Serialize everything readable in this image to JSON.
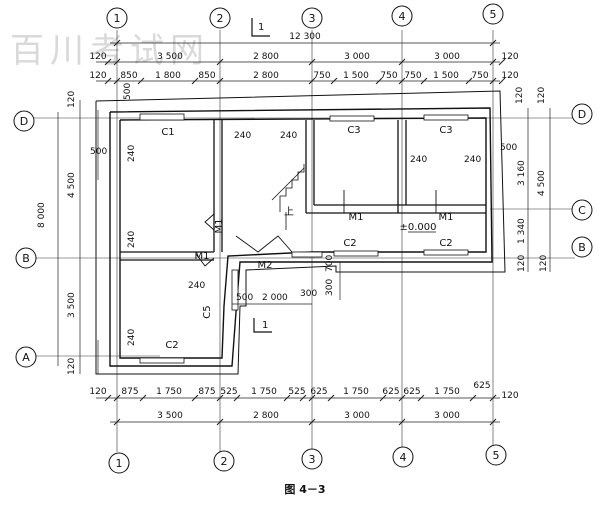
{
  "watermark": "百川考试网",
  "caption": "图 4－3",
  "section_mark": "1",
  "axes_numbered": [
    "1",
    "2",
    "3",
    "4",
    "5"
  ],
  "axes_lettered": [
    "A",
    "B",
    "C",
    "D"
  ],
  "top_dims": {
    "overall": "12 300",
    "row1": [
      "120",
      "3 500",
      "2 800",
      "3 000",
      "3 000",
      "120"
    ],
    "row2": [
      "120",
      "850",
      "1 800",
      "850",
      "2 800",
      "750",
      "1 500",
      "750",
      "750",
      "1 500",
      "750",
      "120"
    ]
  },
  "bottom_dims": {
    "row1": [
      "120",
      "875",
      "1 750",
      "875",
      "525",
      "1 750",
      "525",
      "625",
      "1 750",
      "625",
      "625",
      "1 750",
      "625",
      "120"
    ],
    "row2": [
      "3 500",
      "2 800",
      "3 000",
      "3 000"
    ]
  },
  "left_dims": {
    "overall": "8 000",
    "outer": [
      "4 500",
      "3 500",
      "120",
      "120"
    ],
    "inner": [
      "500",
      "500"
    ]
  },
  "right_dims": {
    "outer": [
      "4 500",
      "120",
      "120",
      "120",
      "120"
    ],
    "inner": [
      "3 160",
      "1 340",
      "500"
    ]
  },
  "labels": {
    "windows": [
      "C1",
      "C3",
      "C3",
      "C2",
      "C2",
      "C2",
      "C5"
    ],
    "doors": [
      "M1",
      "M1",
      "M1",
      "M1",
      "M2"
    ],
    "wall": "240",
    "level": "±0.000",
    "stair": "上",
    "misc": [
      "500",
      "2 000",
      "300",
      "300",
      "700"
    ]
  }
}
